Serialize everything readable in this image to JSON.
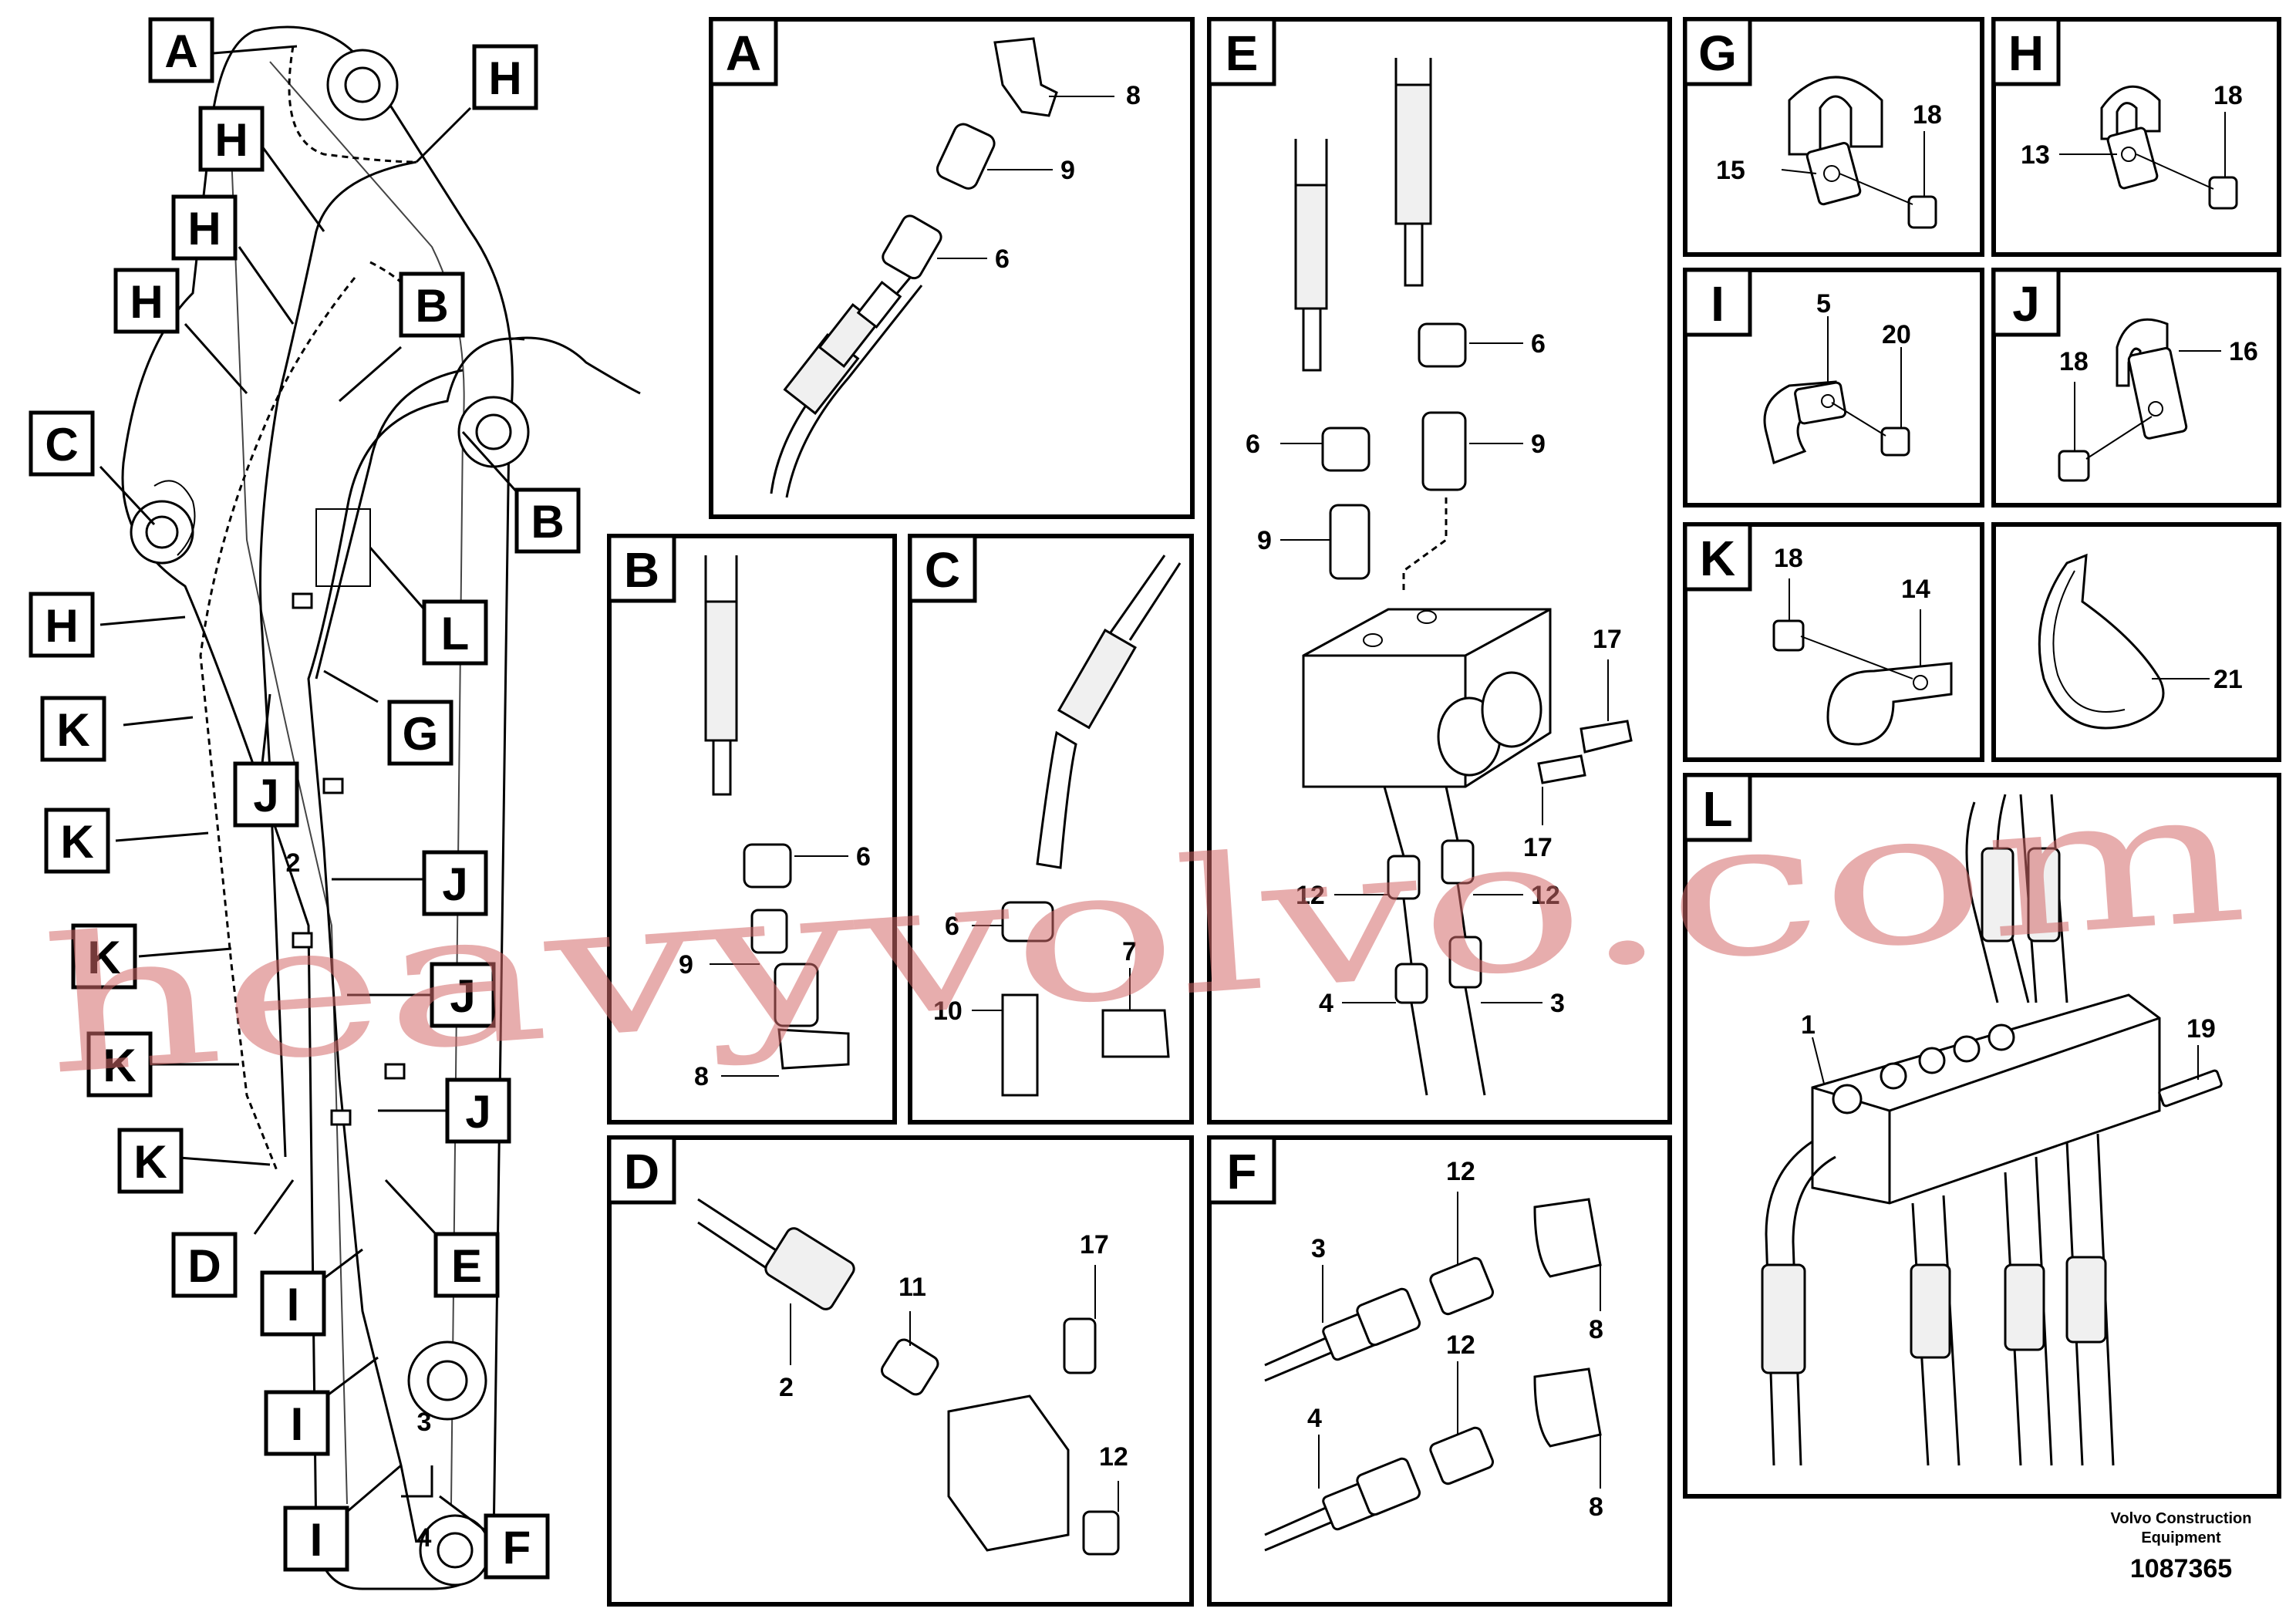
{
  "panels": [
    {
      "id": "A",
      "label": "A"
    },
    {
      "id": "B",
      "label": "B"
    },
    {
      "id": "C",
      "label": "C"
    },
    {
      "id": "D",
      "label": "D"
    },
    {
      "id": "E",
      "label": "E"
    },
    {
      "id": "F",
      "label": "F"
    },
    {
      "id": "G",
      "label": "G"
    },
    {
      "id": "H",
      "label": "H"
    },
    {
      "id": "I",
      "label": "I"
    },
    {
      "id": "J",
      "label": "J"
    },
    {
      "id": "K",
      "label": "K"
    },
    {
      "id": "L",
      "label": "L"
    }
  ],
  "overview_callouts": [
    "A",
    "H",
    "H",
    "H",
    "H",
    "B",
    "C",
    "B",
    "H",
    "L",
    "G",
    "K",
    "J",
    "K",
    "J",
    "K",
    "J",
    "K",
    "J",
    "K",
    "D",
    "E",
    "I",
    "I",
    "I",
    "F"
  ],
  "overview_numbers": [
    "3",
    "4",
    "2"
  ],
  "part_numbers": {
    "A": [
      "8",
      "9",
      "6"
    ],
    "B": [
      "6",
      "9",
      "8"
    ],
    "C": [
      "6",
      "7",
      "10"
    ],
    "D": [
      "11",
      "17",
      "2",
      "12"
    ],
    "E": [
      "6",
      "6",
      "9",
      "9",
      "17",
      "17",
      "12",
      "12",
      "4",
      "3"
    ],
    "F": [
      "12",
      "3",
      "8",
      "12",
      "4",
      "8"
    ],
    "G": [
      "18",
      "15"
    ],
    "H": [
      "18",
      "13"
    ],
    "I": [
      "5",
      "20"
    ],
    "J": [
      "16",
      "18"
    ],
    "K": [
      "18",
      "14"
    ],
    "L": [
      "1",
      "19"
    ],
    "tie": [
      "21"
    ]
  },
  "footer": {
    "publisher_line1": "Volvo Construction",
    "publisher_line2": "Equipment",
    "drawing_number": "1087365"
  },
  "watermark": "heavyvolvo.com"
}
